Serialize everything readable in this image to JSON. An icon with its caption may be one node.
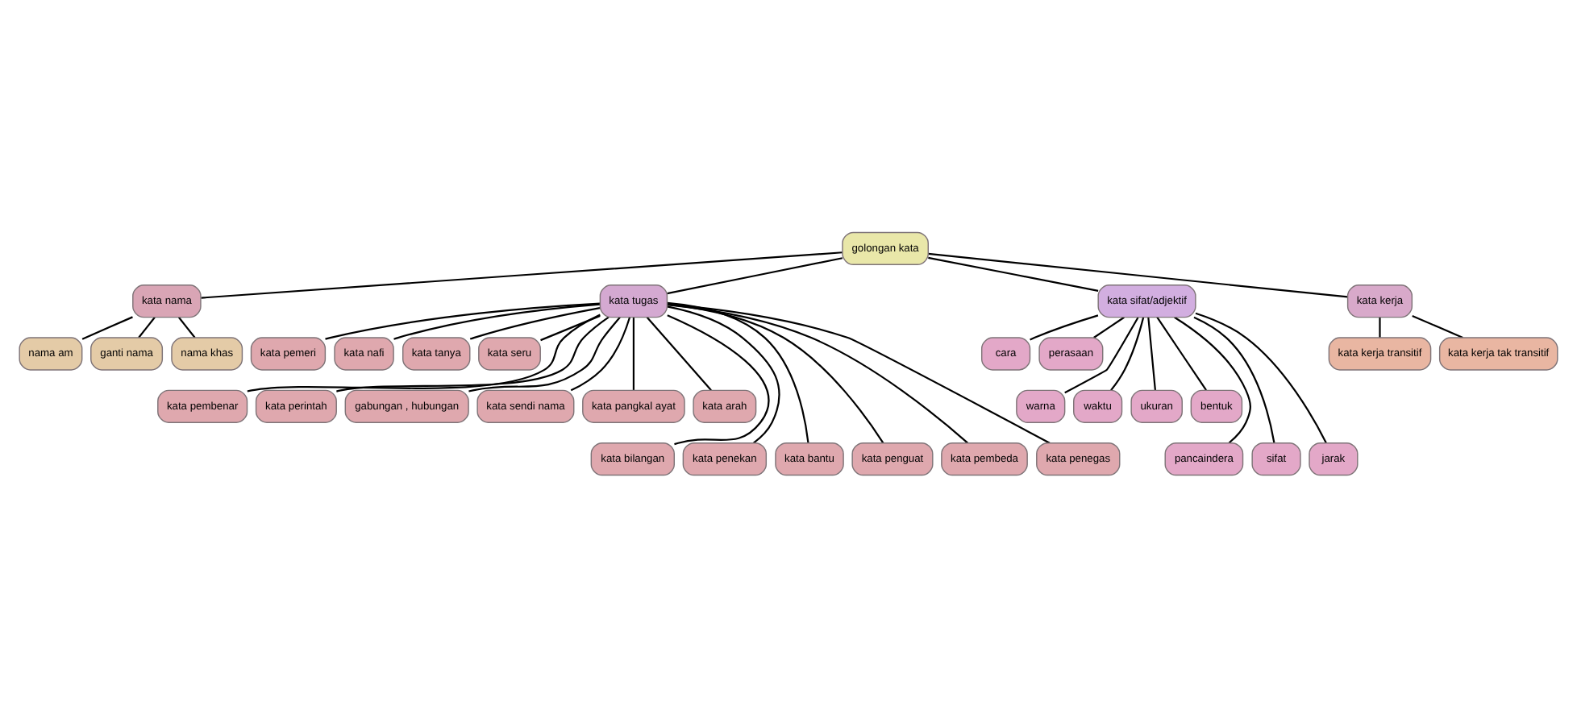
{
  "diagram": {
    "nodes": [
      {
        "text": [
          "golongan kata"
        ]
      },
      {
        "text": [
          "kata nama"
        ]
      },
      {
        "text": [
          "nama am"
        ]
      },
      {
        "text": [
          "ganti nama"
        ]
      },
      {
        "text": [
          "nama khas"
        ]
      },
      {
        "text": [
          "kata tugas"
        ]
      },
      {
        "text": [
          "kata pemeri"
        ]
      },
      {
        "text": [
          "kata nafi"
        ]
      },
      {
        "text": [
          "kata tanya"
        ]
      },
      {
        "text": [
          "kata seru"
        ]
      },
      {
        "text": [
          "kata pembenar"
        ]
      },
      {
        "text": [
          "kata perintah"
        ]
      },
      {
        "text": [
          "gabungan , hubungan"
        ]
      },
      {
        "text": [
          "kata sendi nama"
        ]
      },
      {
        "text": [
          "kata pangkal ayat"
        ]
      },
      {
        "text": [
          "kata arah"
        ]
      },
      {
        "text": [
          "kata bilangan"
        ]
      },
      {
        "text": [
          "kata penekan"
        ]
      },
      {
        "text": [
          "kata bantu"
        ]
      },
      {
        "text": [
          "kata penguat"
        ]
      },
      {
        "text": [
          "kata pembeda"
        ]
      },
      {
        "text": [
          "kata penegas"
        ]
      },
      {
        "text": [
          "kata sifat/adjektif"
        ]
      },
      {
        "text": [
          "cara"
        ]
      },
      {
        "text": [
          "perasaan"
        ]
      },
      {
        "text": [
          "warna"
        ]
      },
      {
        "text": [
          "waktu"
        ]
      },
      {
        "text": [
          "ukuran"
        ]
      },
      {
        "text": [
          "bentuk"
        ]
      },
      {
        "text": [
          "pancaindera"
        ]
      },
      {
        "text": [
          "sifat"
        ]
      },
      {
        "text": [
          "jarak"
        ]
      },
      {
        "text": [
          "kata kerja"
        ]
      },
      {
        "text": [
          "kata kerja transitif"
        ]
      },
      {
        "text": [
          "kata kerja tak transitif"
        ]
      }
    ],
    "edges": [
      {
        "from": 0,
        "to": 1,
        "arrow": "none"
      },
      {
        "from": 0,
        "to": 5,
        "arrow": "none"
      },
      {
        "from": 0,
        "to": 22,
        "arrow": "none"
      },
      {
        "from": 0,
        "to": 32,
        "arrow": "none"
      },
      {
        "from": 1,
        "to": 2,
        "arrow": "none"
      },
      {
        "from": 1,
        "to": 3,
        "arrow": "none"
      },
      {
        "from": 1,
        "to": 4,
        "arrow": "none"
      },
      {
        "from": 5,
        "to": 6,
        "arrow": "none"
      },
      {
        "from": 5,
        "to": 7,
        "arrow": "none"
      },
      {
        "from": 5,
        "to": 8,
        "arrow": "none"
      },
      {
        "from": 5,
        "to": 9,
        "arrow": "none"
      },
      {
        "from": 5,
        "to": 10,
        "arrow": "none"
      },
      {
        "from": 5,
        "to": 11,
        "arrow": "none"
      },
      {
        "from": 5,
        "to": 12,
        "arrow": "none"
      },
      {
        "from": 5,
        "to": 13,
        "arrow": "none"
      },
      {
        "from": 5,
        "to": 14,
        "arrow": "none"
      },
      {
        "from": 5,
        "to": 15,
        "arrow": "none"
      },
      {
        "from": 5,
        "to": 16,
        "arrow": "none"
      },
      {
        "from": 5,
        "to": 17,
        "arrow": "none"
      },
      {
        "from": 5,
        "to": 18,
        "arrow": "none"
      },
      {
        "from": 5,
        "to": 19,
        "arrow": "none"
      },
      {
        "from": 5,
        "to": 20,
        "arrow": "none"
      },
      {
        "from": 5,
        "to": 21,
        "arrow": "none"
      },
      {
        "from": 22,
        "to": 23,
        "arrow": "none"
      },
      {
        "from": 22,
        "to": 24,
        "arrow": "none"
      },
      {
        "from": 22,
        "to": 25,
        "arrow": "none"
      },
      {
        "from": 22,
        "to": 26,
        "arrow": "none"
      },
      {
        "from": 22,
        "to": 27,
        "arrow": "none"
      },
      {
        "from": 22,
        "to": 28,
        "arrow": "none"
      },
      {
        "from": 22,
        "to": 29,
        "arrow": "none"
      },
      {
        "from": 22,
        "to": 30,
        "arrow": "none"
      },
      {
        "from": 22,
        "to": 31,
        "arrow": "none"
      },
      {
        "from": 32,
        "to": 33,
        "arrow": "none"
      },
      {
        "from": 32,
        "to": 34,
        "arrow": "none"
      }
    ]
  }
}
